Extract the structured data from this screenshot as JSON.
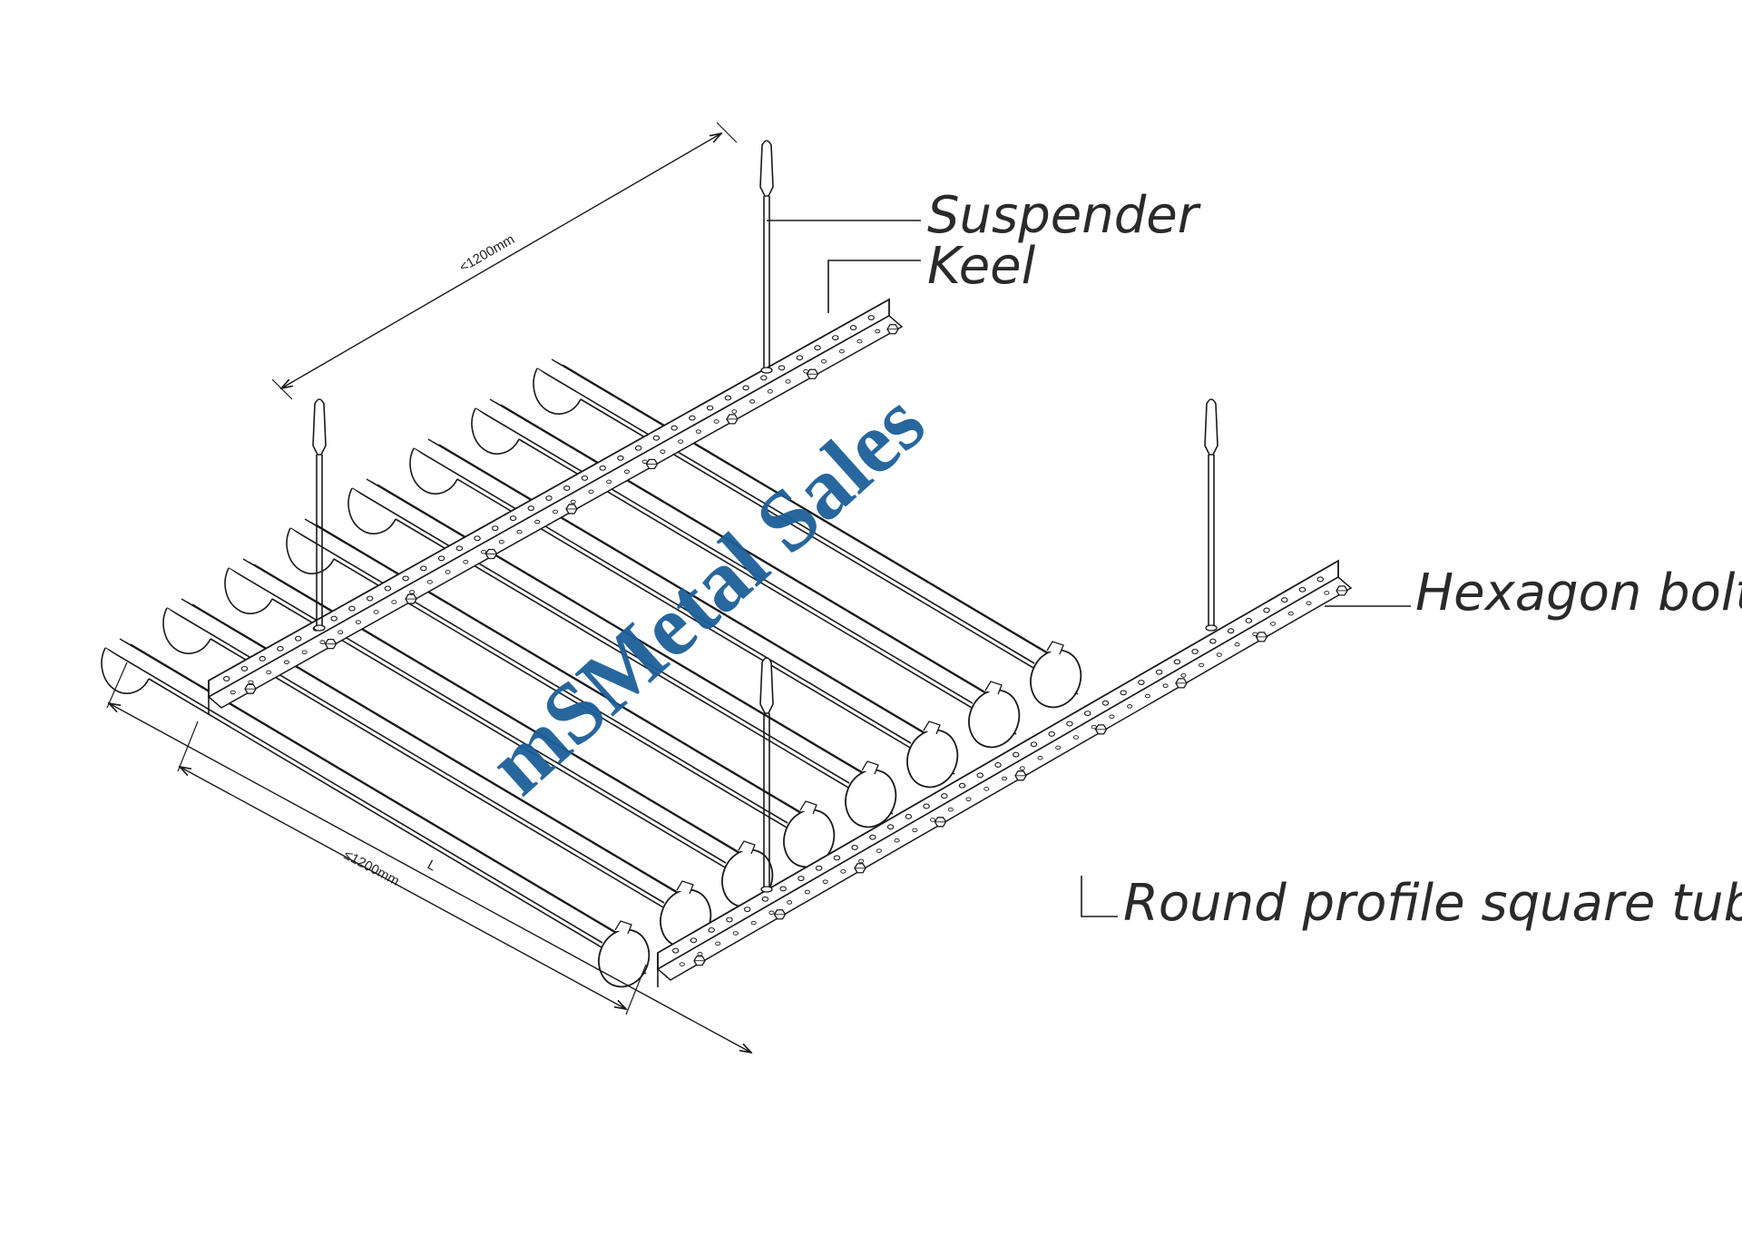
{
  "labels": {
    "suspender": "Suspender",
    "keel": "Keel",
    "hexagon_bolt": "Hexagon bolt",
    "round_tube": "Round profile square tube"
  },
  "dimensions": {
    "top": "<1200mm",
    "bottom": "≤1200mm",
    "length": "L"
  },
  "watermark": "mSMetal Sales",
  "colors": {
    "line": "#1a1a1a",
    "watermark": "#1c5f98"
  }
}
